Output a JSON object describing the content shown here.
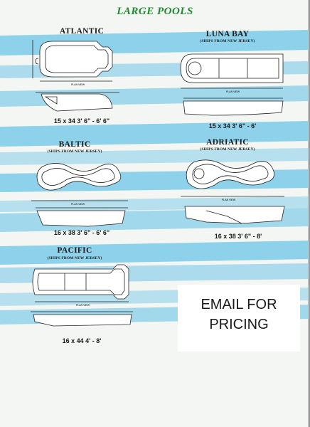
{
  "title": "LARGE POOLS",
  "pools": [
    {
      "name": "ATLANTIC",
      "ships": "",
      "size": "15 x 34 3' 6\" - 6' 6\""
    },
    {
      "name": "LUNA BAY",
      "ships": "(SHIPS FROM NEW JERSEY)",
      "size": "15 x 34 3' 6\" - 6'"
    },
    {
      "name": "BALTIC",
      "ships": "(SHIPS FROM NEW JERSEY)",
      "size": "16 x 38 3' 6\" - 6' 6\""
    },
    {
      "name": "ADRIATIC",
      "ships": "(SHIPS FROM NEW JERSEY)",
      "size": "16 x 38 3' 6\" - 8'"
    },
    {
      "name": "PACIFIC",
      "ships": "(SHIPS FROM NEW JERSEY)",
      "size": "16 x 44 4' - 8'"
    }
  ],
  "plan_label": "PLAN VIEW",
  "pricing": {
    "line1": "EMAIL FOR",
    "line2": "PRICING"
  },
  "colors": {
    "title": "#1f8a2e",
    "water": "#6ec8e8",
    "paper": "#f4f6f3"
  }
}
